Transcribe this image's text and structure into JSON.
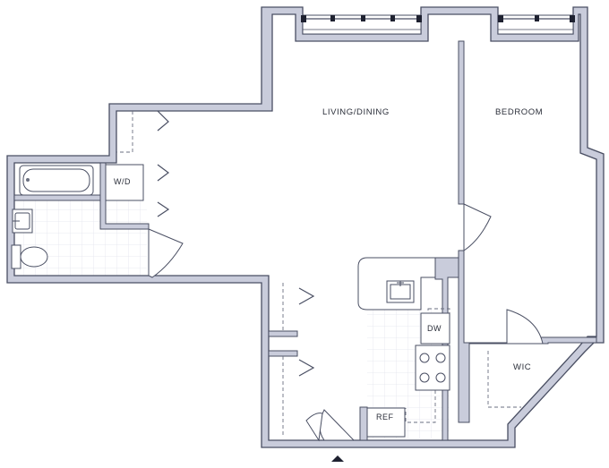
{
  "rooms": {
    "living_dining": "LIVING/DINING",
    "bedroom": "BEDROOM",
    "wic": "WIC"
  },
  "appliances": {
    "washer_dryer": "W/D",
    "dishwasher": "DW",
    "refrigerator": "REF"
  },
  "colors": {
    "wall_fill": "#c9ccdb",
    "wall_stroke": "#4a4f63",
    "fixture": "#6a6f80",
    "tile_grid": "#e3e5ec"
  }
}
